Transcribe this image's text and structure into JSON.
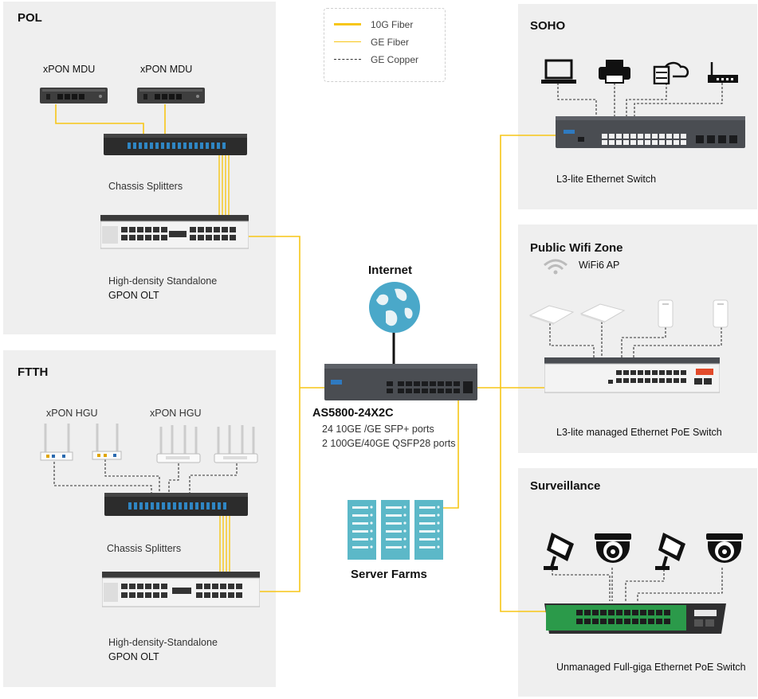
{
  "legend": {
    "items": [
      {
        "label": "10G Fiber"
      },
      {
        "label": "GE Fiber"
      },
      {
        "label": "GE Copper"
      }
    ]
  },
  "colors": {
    "fiber": "#f7c617",
    "copper": "#333333",
    "panel": "#efefef",
    "globe": "#4aa8c9",
    "server": "#5cb8c8"
  },
  "pol": {
    "title": "POL",
    "mdu_labels": [
      "xPON MDU",
      "xPON MDU"
    ],
    "splitter_label": "Chassis  Splitters",
    "olt_label_1": "High-density Standalone",
    "olt_label_2": "GPON OLT"
  },
  "ftth": {
    "title": "FTTH",
    "hgu_labels": [
      "xPON HGU",
      "xPON HGU"
    ],
    "splitter_label": "Chassis  Splitters",
    "olt_label_1": "High-density-Standalone",
    "olt_label_2": "GPON OLT"
  },
  "center": {
    "internet_label": "Internet",
    "core_name": "AS5800-24X2C",
    "core_port_1": "24 10GE /GE SFP+ ports",
    "core_port_2": "2 100GE/40GE QSFP28 ports",
    "server_label": "Server Farms"
  },
  "soho": {
    "title": "SOHO",
    "switch_label": "L3-lite Ethernet Switch"
  },
  "wifi": {
    "title": "Public Wifi Zone",
    "ap_label": "WiFi6 AP",
    "switch_label": "L3-lite managed Ethernet PoE Switch"
  },
  "surveillance": {
    "title": "Surveillance",
    "switch_label": "Unmanaged Full-giga Ethernet PoE Switch"
  }
}
